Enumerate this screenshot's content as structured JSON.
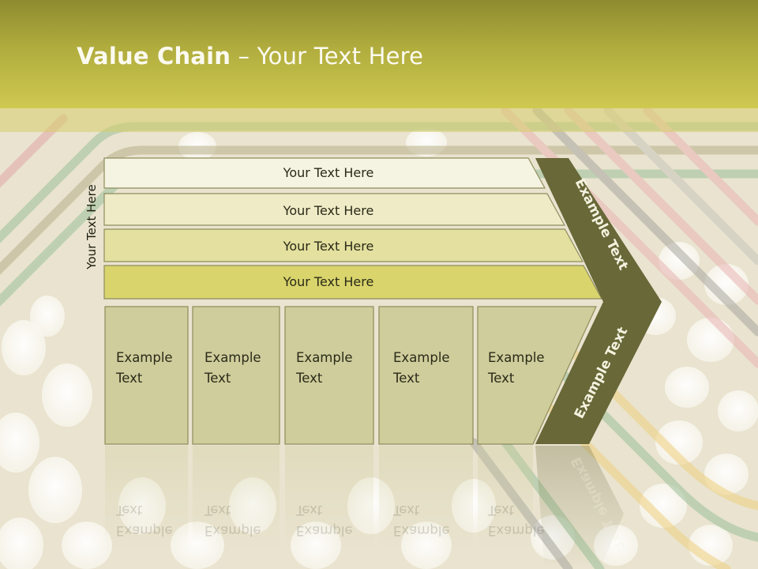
{
  "title": {
    "bold": "Value Chain",
    "rest": " – Your Text Here"
  },
  "side_label": "Your Text Here",
  "bars": [
    {
      "label": "Your Text Here",
      "fill": "#f5f3e1"
    },
    {
      "label": "Your Text Here",
      "fill": "#eeebc6"
    },
    {
      "label": "Your Text Here",
      "fill": "#e4e09f"
    },
    {
      "label": "Your Text Here",
      "fill": "#d9d46c"
    }
  ],
  "boxes": [
    {
      "label": "Example\nText"
    },
    {
      "label": "Example\nText"
    },
    {
      "label": "Example\nText"
    },
    {
      "label": "Example\nText"
    },
    {
      "label": "Example\nText"
    }
  ],
  "chevron": {
    "upper_label": "Example Text",
    "lower_label": "Example Text",
    "fill": "#686838"
  },
  "colors": {
    "title_band": "#b1ad3e",
    "box_fill": "#cfcd9c",
    "box_stroke": "#8e8c5a"
  }
}
